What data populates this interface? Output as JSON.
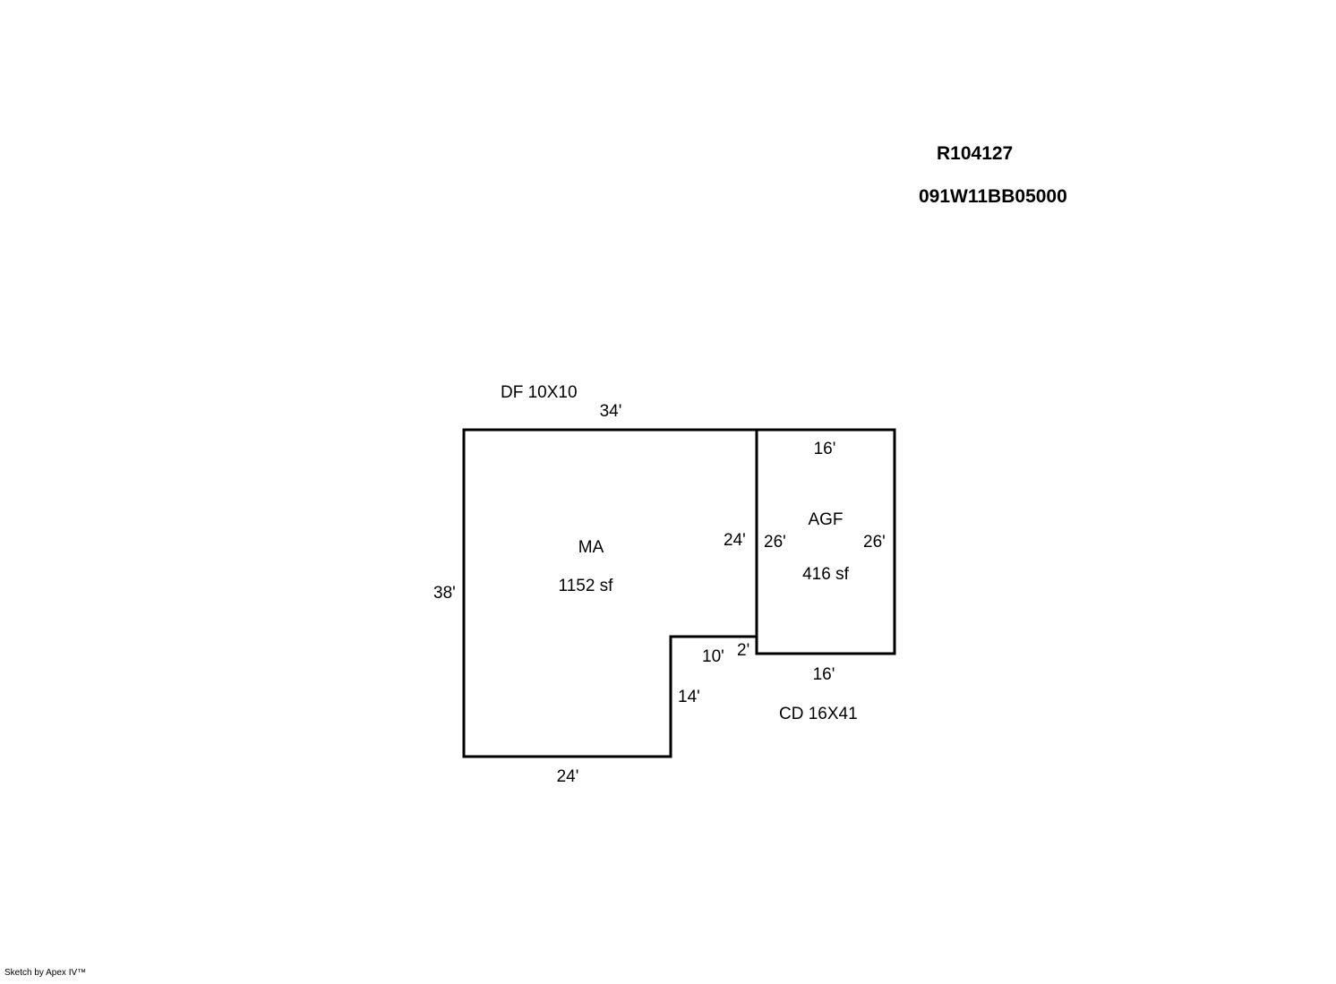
{
  "header": {
    "account_id": "R104127",
    "map_tax_lot": "091W11BB05000"
  },
  "areas": {
    "main": {
      "code": "MA",
      "size": "1152 sf"
    },
    "garage": {
      "code": "AGF",
      "size": "416 sf"
    }
  },
  "notes": {
    "deck_front": "DF  10X10",
    "deck_covered": "CD  16X41"
  },
  "dimensions": {
    "ma_top": "34'",
    "ma_left": "38'",
    "ma_bottom": "24'",
    "ma_notch_vertical": "14'",
    "ma_notch_horizontal": "10'",
    "ma_right": "24'",
    "jog": "2'",
    "agf_top": "16'",
    "agf_bottom": "16'",
    "agf_left": "26'",
    "agf_right": "26'"
  },
  "footer": {
    "credit": "Sketch by Apex IV™"
  },
  "colors": {
    "line": "#000000",
    "background": "#ffffff"
  }
}
